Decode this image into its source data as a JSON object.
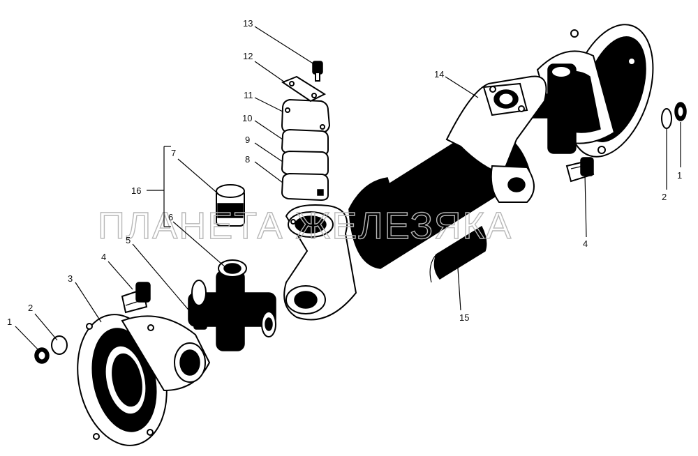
{
  "watermark": "ПЛАНЕТА ЖЕЛЕЗЯКА",
  "callouts": [
    "1",
    "2",
    "3",
    "4",
    "5",
    "6",
    "7",
    "8",
    "9",
    "10",
    "11",
    "12",
    "13",
    "14",
    "15",
    "16",
    "4",
    "2",
    "1"
  ]
}
